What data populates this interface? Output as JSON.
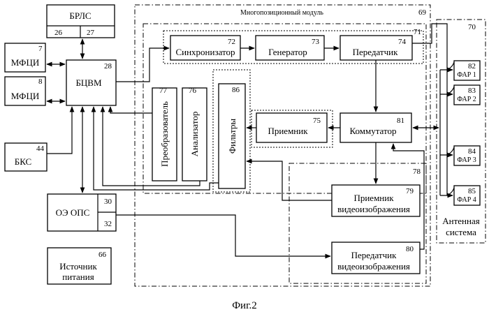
{
  "figure_caption": "Фиг.2",
  "modules": {
    "multi_module": {
      "title": "Многопозиционный модуль",
      "num": "69"
    },
    "group71": {
      "num": "71"
    },
    "group78": {
      "num": "78"
    },
    "antenna": {
      "title_line1": "Антенная",
      "title_line2": "система",
      "num": "70"
    }
  },
  "blocks": {
    "brls": {
      "label": "БРЛС",
      "port_a": "26",
      "port_b": "27"
    },
    "mfci1": {
      "label": "МФЦИ",
      "num": "7"
    },
    "mfci2": {
      "label": "МФЦИ",
      "num": "8"
    },
    "bcvm": {
      "label": "БЦВМ",
      "num": "28"
    },
    "bks": {
      "label": "БКС",
      "num": "44"
    },
    "oe_ops": {
      "label": "ОЭ ОПС",
      "port_a": "30",
      "port_b": "32"
    },
    "power": {
      "line1": "Источник",
      "line2": "питания",
      "num": "66"
    },
    "sync": {
      "label": "Синхронизатор",
      "num": "72"
    },
    "gen": {
      "label": "Генератор",
      "num": "73"
    },
    "tx": {
      "label": "Передатчик",
      "num": "74"
    },
    "rx": {
      "label": "Приемник",
      "num": "75"
    },
    "analyzer": {
      "label": "Анализатор",
      "num": "76"
    },
    "converter": {
      "label": "Преобразователь",
      "num": "77"
    },
    "filters": {
      "label": "Фильтры",
      "num": "86"
    },
    "switch": {
      "label": "Коммутатор",
      "num": "81"
    },
    "video_rx": {
      "line1": "Приемник",
      "line2": "видеоизображения",
      "num": "79"
    },
    "video_tx": {
      "line1": "Передатчик",
      "line2": "видеоизображения",
      "num": "80"
    },
    "far1": {
      "label": "ФАР 1",
      "num": "82"
    },
    "far2": {
      "label": "ФАР 2",
      "num": "83"
    },
    "far3": {
      "label": "ФАР 3",
      "num": "84"
    },
    "far4": {
      "label": "ФАР 4",
      "num": "85"
    }
  }
}
